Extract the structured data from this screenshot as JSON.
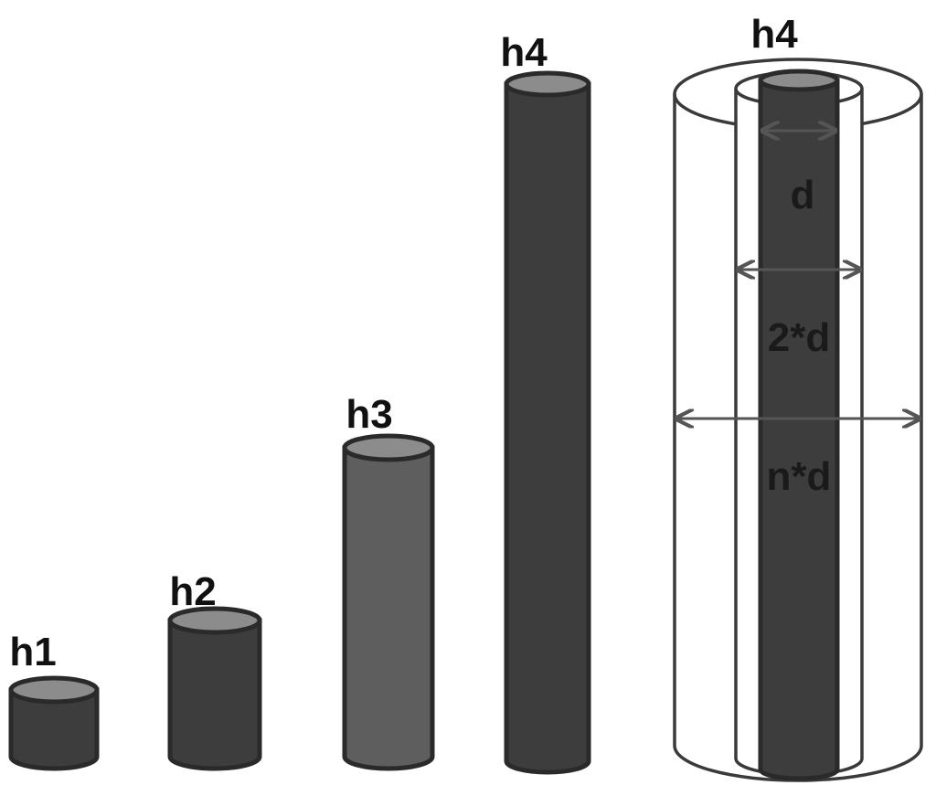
{
  "colors": {
    "dark_cylinder": "#3d3d3d",
    "medium_cylinder": "#5e5e5e",
    "cylinder_top": "#8c8c8c",
    "outline": "#2a2a2a",
    "background": "#ffffff"
  },
  "cylinders": [
    {
      "label": "h1"
    },
    {
      "label": "h2"
    },
    {
      "label": "h3"
    },
    {
      "label": "h4"
    }
  ],
  "concentric": {
    "label": "h4",
    "dimensions": [
      {
        "label": "d"
      },
      {
        "label": "2*d"
      },
      {
        "label": "n*d"
      }
    ]
  }
}
